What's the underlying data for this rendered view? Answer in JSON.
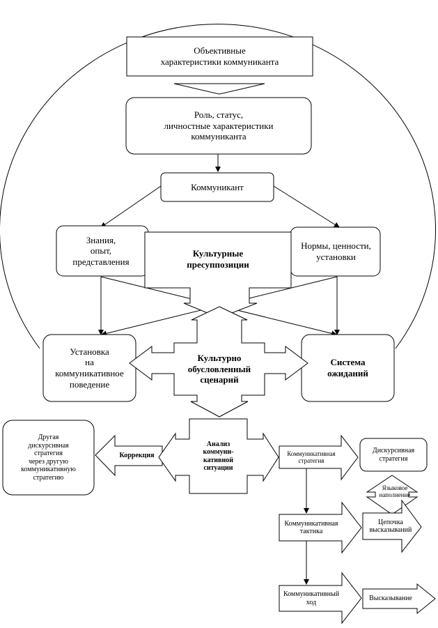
{
  "nodes": {
    "objective": "Объективные\nхарактеристики коммуниканта",
    "role": "Роль, статус,\nличностные характеристики\nкоммуниканта",
    "communicant": "Коммуникант",
    "knowledge": "Знания,\nопыт,\nпредставления",
    "cultural_presup": "Культурные\nпресуппозиции",
    "norms": "Нормы, ценности,\nустановки",
    "attitude": "Установка\nна\nкоммуникативное\nповедение",
    "scenario": "Культурно\nобусловленный\nсценарий",
    "expectations": "Система\nожиданий",
    "other_strategy": "Другая\nдискурсивная\nстратегия\nчерез другую\nкоммуникативную\nстратегию",
    "correction": "Коррекция",
    "analysis": "Анализ\nкоммуни-\nкативной\nситуации",
    "comm_strategy": "Коммуникативная\nстратегия",
    "disc_strategy": "Дискурсивная\nстратегия",
    "lang_filling": "Языковое\nнаполнение",
    "tactic": "Коммуникативная\nтактика",
    "chain": "Цепочка\nвысказываний",
    "move": "Коммуникативный\nход",
    "utterance": "Высказывание"
  }
}
